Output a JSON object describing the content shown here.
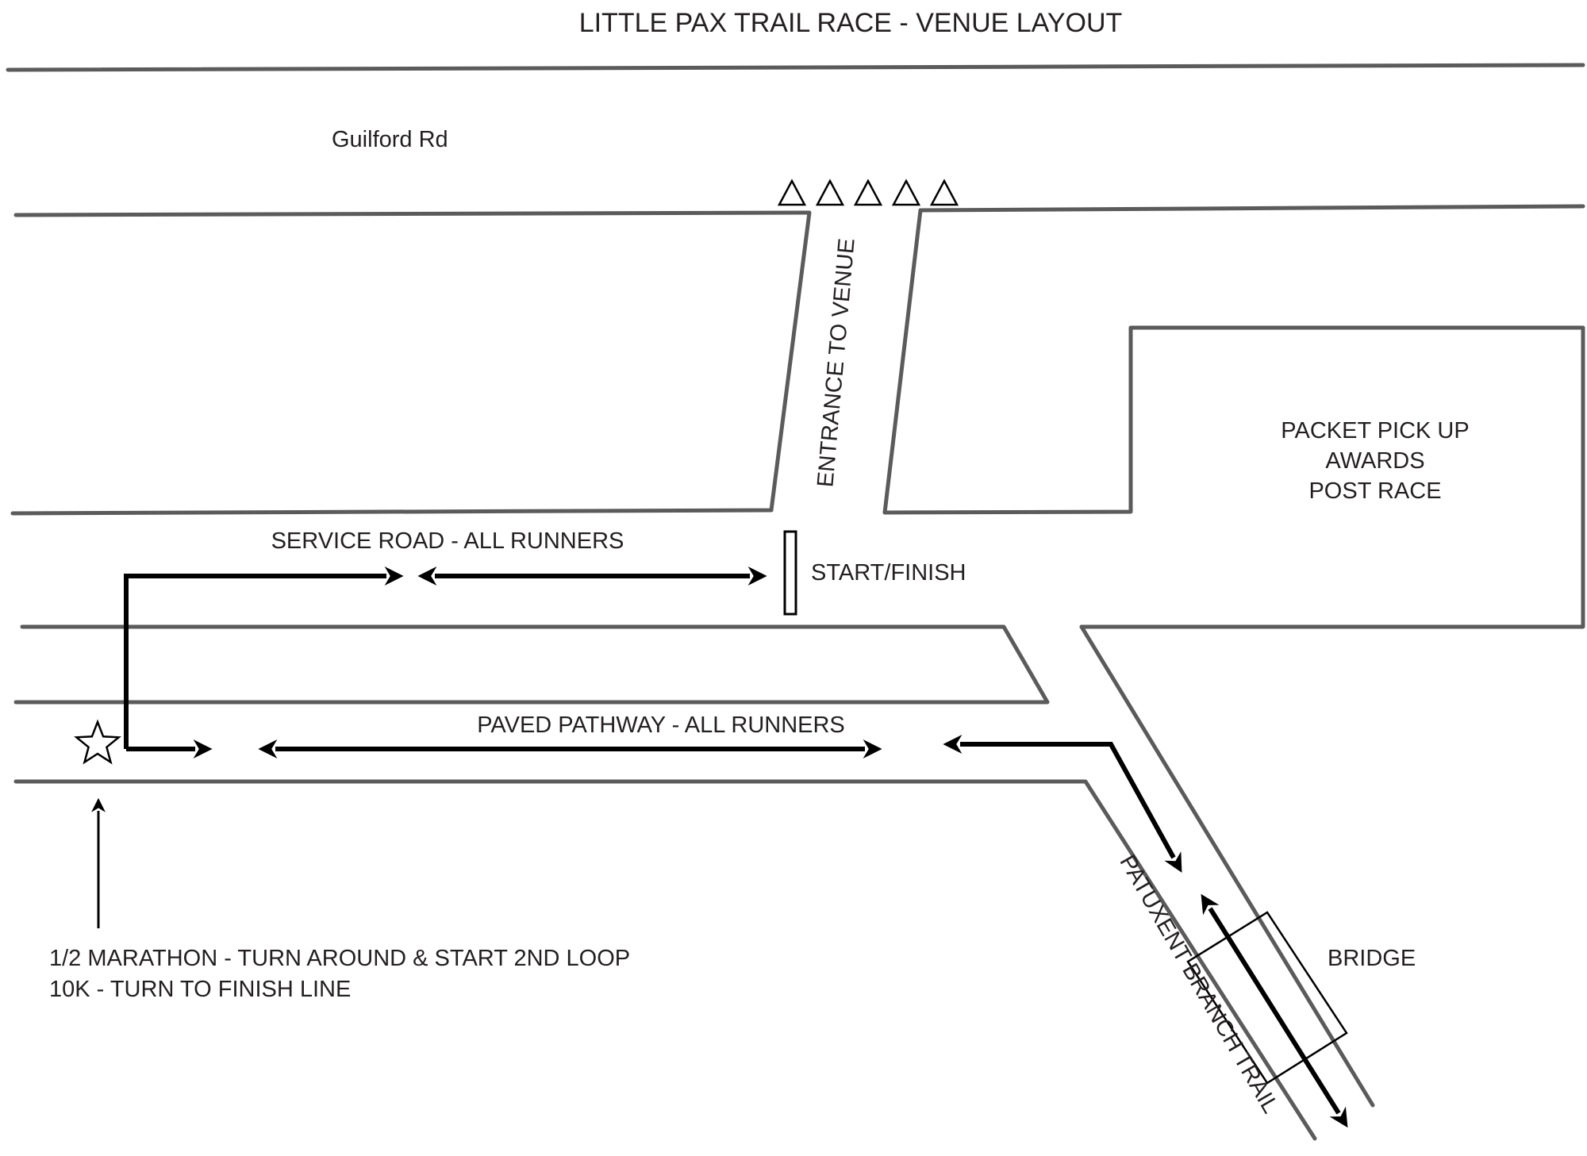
{
  "title": "LITTLE PAX TRAIL RACE - VENUE LAYOUT",
  "labels": {
    "guilford_rd": "Guilford Rd",
    "entrance": "ENTRANCE TO VENUE",
    "packet_line1": "PACKET PICK UP",
    "packet_line2": "AWARDS",
    "packet_line3": "POST RACE",
    "service_road": "SERVICE ROAD - ALL RUNNERS",
    "start_finish": "START/FINISH",
    "paved_pathway": "PAVED PATHWAY - ALL RUNNERS",
    "turnaround_line1": "1/2 MARATHON - TURN AROUND & START 2ND LOOP",
    "turnaround_line2": "10K  - TURN TO FINISH LINE",
    "bridge": "BRIDGE",
    "trail": "PATUXENT BRANCH TRAIL"
  },
  "colors": {
    "road_outline": "#5b5b5b",
    "route": "#000000",
    "text": "#231f20",
    "background": "#ffffff"
  },
  "icons": {
    "turnaround_marker": "star-icon",
    "entrance_markers": "triangle-icon",
    "start_finish_marker": "finish-line-icon"
  },
  "entrance_marker_count": 5
}
